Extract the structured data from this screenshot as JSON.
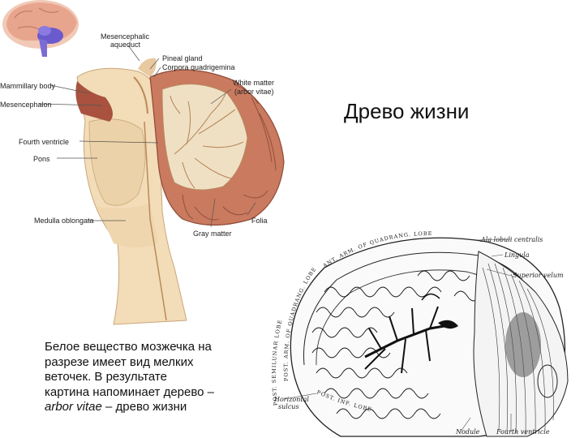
{
  "slide": {
    "title": "Древо жизни",
    "caption_line1": "Белое вещество мозжечка на",
    "caption_line2": "разрезе имеет вид мелких",
    "caption_line3": "веточек. В результате",
    "caption_line4": "картина напоминает дерево –",
    "caption_latin": "arbor vitae",
    "caption_end": " – древо жизни"
  },
  "brain_figure": {
    "labels": {
      "mesencephalic": "Mesencephalic",
      "aqueduct": "aqueduct",
      "pineal": "Pineal gland",
      "corpora": "Corpora quadrigemina",
      "mammillary": "Mammillary body",
      "white_matter": "White matter",
      "arbor": "(arbor vitae)",
      "mesencephalon": "Mesencephalon",
      "fourth_ventricle": "Fourth ventricle",
      "pons": "Pons",
      "medulla": "Medulla oblongata",
      "folia": "Folia",
      "gray_matter": "Gray matter"
    }
  },
  "gray_figure": {
    "labels": {
      "ala": "Ala lobuli centralis",
      "lingula": "Lingula",
      "superior_velum": "Superior velum",
      "horizontal": "Horizontal",
      "sulcus": "sulcus",
      "nodule": "Nodule",
      "fourth_ventricle": "Fourth ventricle"
    },
    "arc_text_top": "ANT. ARM. OF QUADRANG. LOBE",
    "arc_text_left": "POST. ARM. OF QUADRANG. LOBE",
    "arc_text_side": "POST. SEMILUNAR LOBE",
    "arc_text_bottom": "POST. INF. LOBE"
  }
}
